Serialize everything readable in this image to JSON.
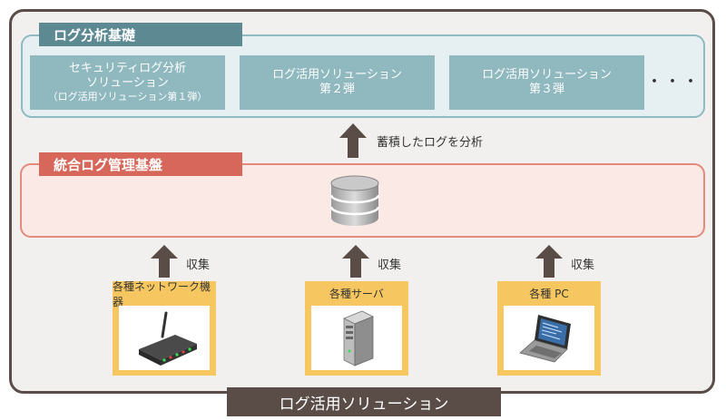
{
  "analysis": {
    "title": "ログ分析基礎",
    "solutions": [
      {
        "line1": "セキュリティログ分析",
        "line2": "ソリューション",
        "line3": "（ログ活用ソリューション第１弾）"
      },
      {
        "line1": "ログ活用ソリューション",
        "line2": "第２弾"
      },
      {
        "line1": "ログ活用ソリューション",
        "line2": "第３弾"
      }
    ],
    "ellipsis": "・・・"
  },
  "flow": {
    "analyze_label": "蓄積したログを分析",
    "collect_label": "収集"
  },
  "integration": {
    "title": "統合ログ管理基盤"
  },
  "sources": [
    {
      "label": "各種ネットワーク機器",
      "icon": "router-icon"
    },
    {
      "label": "各種サーバ",
      "icon": "server-icon"
    },
    {
      "label": "各種 PC",
      "icon": "laptop-icon"
    }
  ],
  "footer": {
    "label": "ログ活用ソリューション"
  },
  "colors": {
    "frame": "#5a4d47",
    "analysis_accent": "#5c8992",
    "solution_box": "#8fb8bf",
    "integration_accent": "#d6675a",
    "source_box": "#f6c760",
    "arrow": "#5a4d47"
  }
}
